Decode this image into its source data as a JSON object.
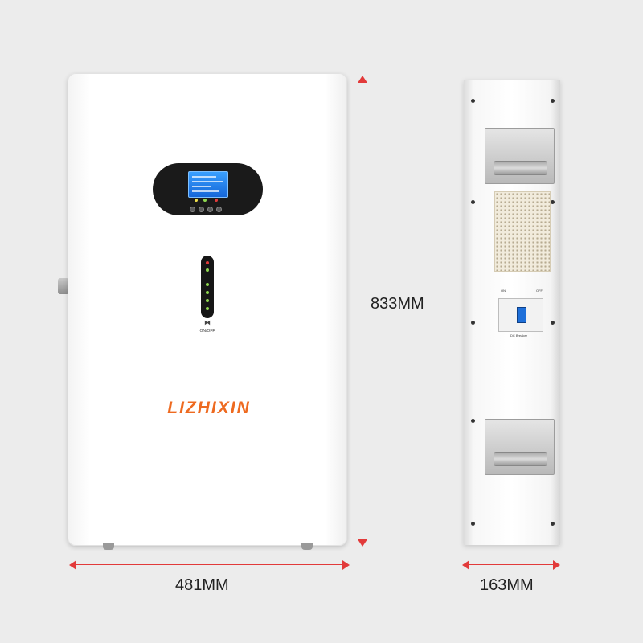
{
  "front_unit": {
    "brand": "LIZHIXIN",
    "power_label": "ON/OFF"
  },
  "side_unit": {
    "switch_on_label": "ON",
    "switch_off_label": "OFF",
    "breaker_label": "DC Breaker"
  },
  "dimensions": {
    "height": "833MM",
    "width": "481MM",
    "depth": "163MM"
  },
  "colors": {
    "brand_orange": "#ee6a20",
    "dimension_red": "#e23a3a",
    "lcd_blue": "#2a86f0",
    "panel_black": "#1a1a1a"
  }
}
